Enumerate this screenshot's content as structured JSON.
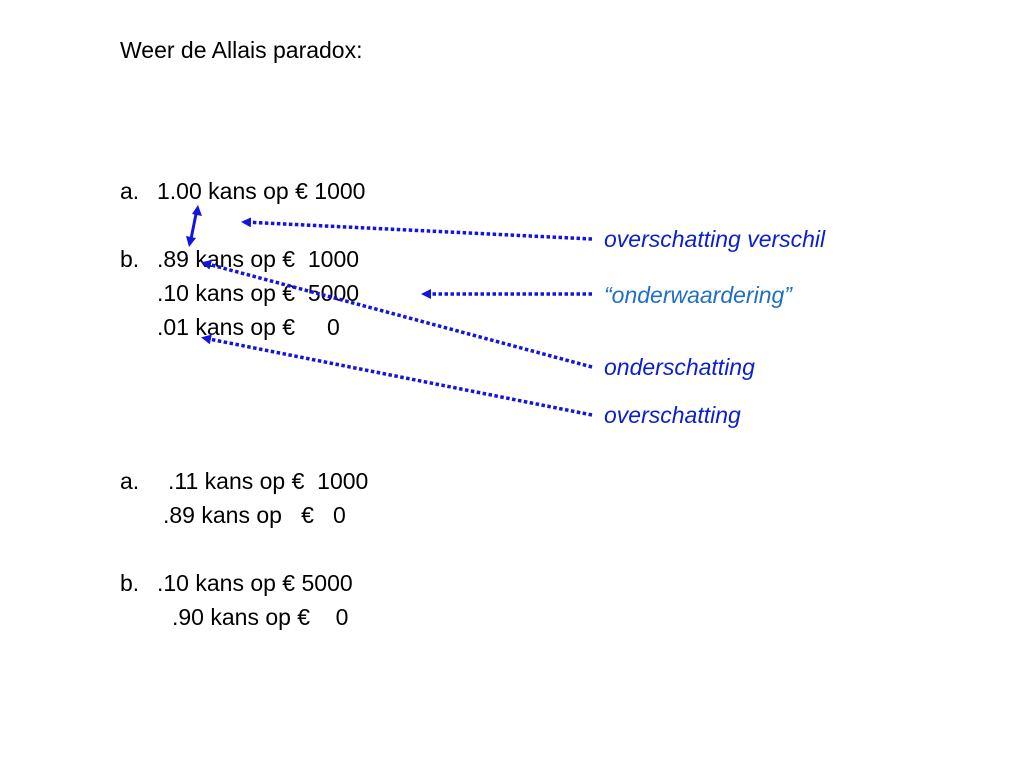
{
  "title": "Weer de Allais paradox:",
  "set1": {
    "a": {
      "letter": "a.",
      "line1": "1.00 kans op € 1000"
    },
    "b": {
      "letter": "b.",
      "line1": ".89 kans op €  1000",
      "line2": ".10 kans op €  5000",
      "line3": ".01 kans op €     0"
    }
  },
  "set2": {
    "a": {
      "letter": "a.",
      "line1": ".11 kans op €  1000",
      "line2": ".89 kans op   €   0"
    },
    "b": {
      "letter": "b.",
      "line1": ".10 kans op € 5000",
      "line2": ".90 kans op €    0"
    }
  },
  "annotations": {
    "overschatting_verschil": "overschatting verschil",
    "onderwaardering": "“onderwaardering”",
    "onderschatting": "onderschatting",
    "overschatting": "overschatting"
  },
  "colors": {
    "arrow": "#1414e0",
    "label_blue": "#0b1fd0",
    "label_quote": "#1f6fc5"
  }
}
